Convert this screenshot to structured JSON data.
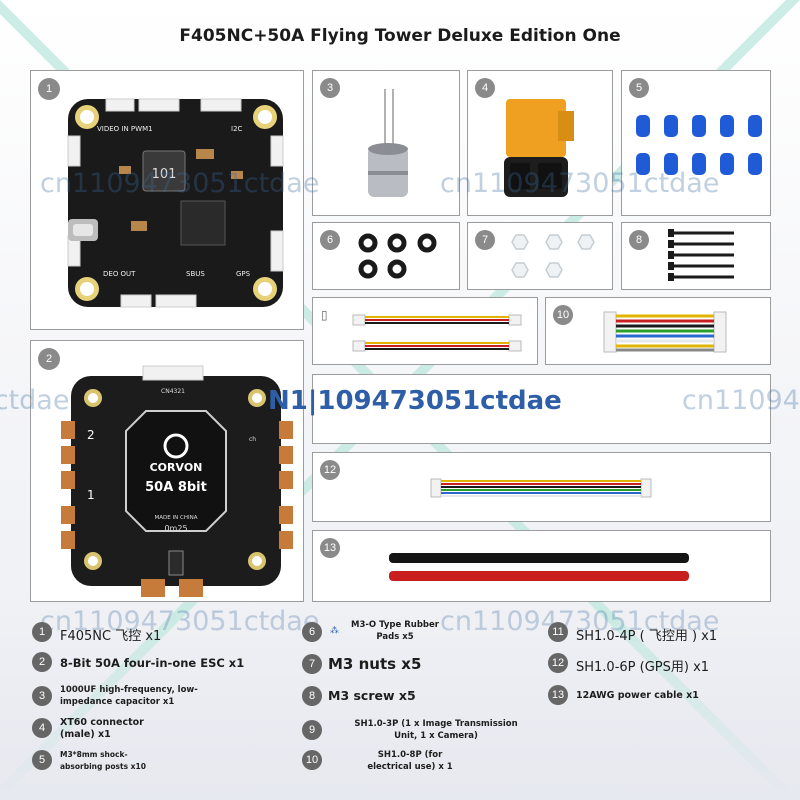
{
  "title": "F405NC+50A Flying Tower Deluxe Edition One",
  "watermark": "cn1109473051ctdae",
  "watermark_center": "N1|109473051ctdae",
  "panels": [
    {
      "num": "1"
    },
    {
      "num": "2"
    },
    {
      "num": "3"
    },
    {
      "num": "4"
    },
    {
      "num": "5"
    },
    {
      "num": "6"
    },
    {
      "num": "7"
    },
    {
      "num": "8"
    },
    {
      "num": "10"
    },
    {
      "num": "12"
    },
    {
      "num": "13"
    }
  ],
  "board": {
    "fc_silk_1": "VIDEO IN PWM1",
    "fc_silk_2": "I2C",
    "fc_silk_3": "DEO OUT",
    "fc_silk_4": "SBUS",
    "fc_silk_5": "GPS",
    "fc_ind": "101",
    "esc_brand": "CORVON",
    "esc_model": "50A 8bit",
    "esc_made": "MADE IN CHINA",
    "esc_conn": "CN4321",
    "esc_sn": "0m25",
    "esc_m1": "1",
    "esc_m2": "2",
    "esc_ch": "ch"
  },
  "legend": [
    {
      "num": "1",
      "text": "F405NC 飞控  x1"
    },
    {
      "num": "2",
      "text": "8-Bit 50A four-in-one ESC x1"
    },
    {
      "num": "3",
      "text": "1000UF high-frequency, low-impedance capacitor x1"
    },
    {
      "num": "4",
      "text": "XT60 connector (male) x1"
    },
    {
      "num": "5",
      "text": "M3*8mm shock-absorbing posts x10"
    },
    {
      "num": "6",
      "text": "M3-O Type Rubber Pads x5"
    },
    {
      "num": "7",
      "text": "M3 nuts x5"
    },
    {
      "num": "8",
      "text": "M3 screw   x5"
    },
    {
      "num": "9",
      "text": "SH1.0-3P (1 x Image Transmission Unit, 1 x Camera)"
    },
    {
      "num": "10",
      "text": "SH1.0-8P (for electrical use) x 1"
    },
    {
      "num": "11",
      "text": "SH1.0-4P ( 飞控用 )   x1"
    },
    {
      "num": "12",
      "text": "SH1.0-6P (GPS用)   x1"
    },
    {
      "num": "13",
      "text": "12AWG power cable x1"
    }
  ],
  "colors": {
    "accent_green": "#bfe9df",
    "board_black": "#1a1a1a",
    "xt60_yellow": "#f0a020",
    "rubber_blue": "#1f5bd6",
    "cable_red": "#c81e1e",
    "watermark_blue": "#2e5ea8"
  }
}
